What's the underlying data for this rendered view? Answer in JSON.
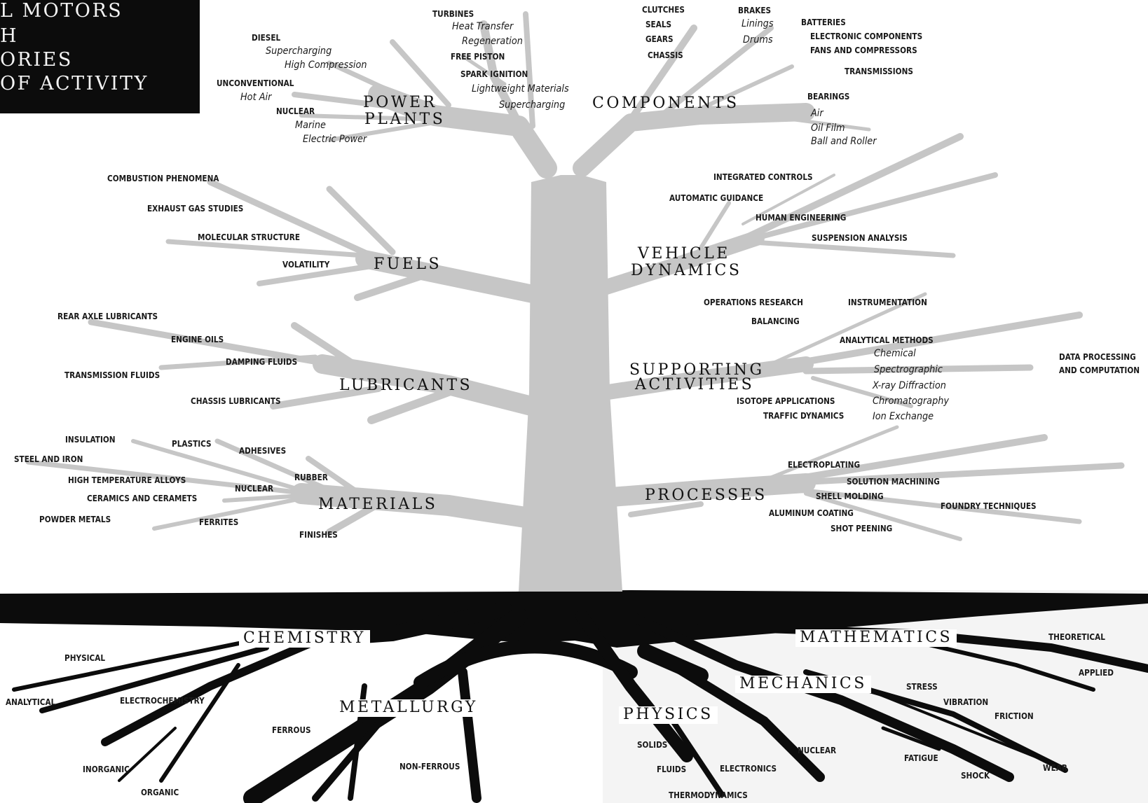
{
  "title_lines": [
    "L MOTORS",
    "H",
    "ORIES",
    "OF ACTIVITY"
  ],
  "colors": {
    "trunk": "#c6c6c6",
    "roots": "#0c0c0c",
    "background": "#ffffff"
  },
  "branches": {
    "power_plants": {
      "title": [
        "POWER",
        "PLANTS"
      ],
      "items": [
        "TURBINES",
        "Heat Transfer",
        "Regeneration",
        "FREE PISTON",
        "SPARK IGNITION",
        "Lightweight Materials",
        "Supercharging",
        "DIESEL",
        "Supercharging",
        "High Compression",
        "UNCONVENTIONAL",
        "Hot Air",
        "NUCLEAR",
        "Marine",
        "Electric Power"
      ]
    },
    "components": {
      "title": "COMPONENTS",
      "items": [
        "CLUTCHES",
        "SEALS",
        "GEARS",
        "CHASSIS",
        "BRAKES",
        "Linings",
        "Drums",
        "BATTERIES",
        "ELECTRONIC COMPONENTS",
        "FANS AND COMPRESSORS",
        "TRANSMISSIONS",
        "BEARINGS",
        "Air",
        "Oil Film",
        "Ball and Roller"
      ]
    },
    "fuels": {
      "title": "FUELS",
      "items": [
        "COMBUSTION PHENOMENA",
        "EXHAUST GAS STUDIES",
        "MOLECULAR STRUCTURE",
        "VOLATILITY"
      ]
    },
    "vehicle_dynamics": {
      "title": [
        "VEHICLE",
        "DYNAMICS"
      ],
      "items": [
        "INTEGRATED CONTROLS",
        "AUTOMATIC GUIDANCE",
        "HUMAN ENGINEERING",
        "SUSPENSION ANALYSIS"
      ]
    },
    "lubricants": {
      "title": "LUBRICANTS",
      "items": [
        "REAR AXLE LUBRICANTS",
        "ENGINE OILS",
        "DAMPING FLUIDS",
        "TRANSMISSION FLUIDS",
        "CHASSIS LUBRICANTS"
      ]
    },
    "supporting_activities": {
      "title": [
        "SUPPORTING",
        "ACTIVITIES"
      ],
      "items": [
        "OPERATIONS RESEARCH",
        "INSTRUMENTATION",
        "BALANCING",
        "ANALYTICAL METHODS",
        "Chemical",
        "Spectrographic",
        "X-ray Diffraction",
        "Chromatography",
        "Ion Exchange",
        "DATA PROCESSING",
        "AND COMPUTATION",
        "ISOTOPE APPLICATIONS",
        "TRAFFIC DYNAMICS"
      ]
    },
    "materials": {
      "title": "MATERIALS",
      "items": [
        "INSULATION",
        "PLASTICS",
        "ADHESIVES",
        "STEEL AND IRON",
        "HIGH TEMPERATURE ALLOYS",
        "NUCLEAR",
        "RUBBER",
        "CERAMICS AND CERAMETS",
        "POWDER METALS",
        "FERRITES",
        "FINISHES"
      ]
    },
    "processes": {
      "title": "PROCESSES",
      "items": [
        "ELECTROPLATING",
        "SOLUTION MACHINING",
        "SHELL MOLDING",
        "FOUNDRY TECHNIQUES",
        "ALUMINUM COATING",
        "SHOT PEENING"
      ]
    }
  },
  "roots": {
    "chemistry": {
      "title": "CHEMISTRY",
      "items": [
        "PHYSICAL",
        "ANALYTICAL",
        "ELECTROCHEMISTRY",
        "INORGANIC",
        "ORGANIC"
      ]
    },
    "metallurgy": {
      "title": "METALLURGY",
      "items": [
        "FERROUS",
        "NON-FERROUS"
      ]
    },
    "physics": {
      "title": "PHYSICS",
      "items": [
        "SOLIDS",
        "FLUIDS",
        "ELECTRONICS",
        "THERMODYNAMICS",
        "NUCLEAR"
      ]
    },
    "mechanics": {
      "title": "MECHANICS",
      "items": [
        "STRESS",
        "VIBRATION",
        "FRICTION",
        "FATIGUE",
        "SHOCK",
        "WEAR"
      ]
    },
    "mathematics": {
      "title": "MATHEMATICS",
      "items": [
        "THEORETICAL",
        "APPLIED"
      ]
    }
  }
}
